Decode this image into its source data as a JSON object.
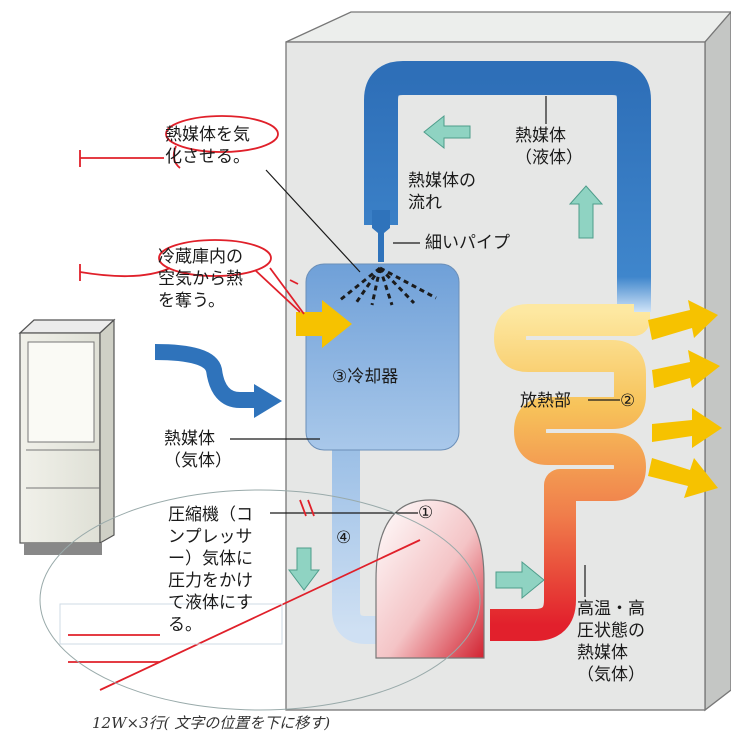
{
  "labels": {
    "vaporize": [
      "熱媒体を気",
      "化させる。"
    ],
    "take_heat": [
      "冷蔵庫内の",
      "空気から熱",
      "を奪う。"
    ],
    "refrigerant_gas_left": [
      "熱媒体",
      "（気体）"
    ],
    "compressor": [
      "圧縮機（コ",
      "ンプレッサ",
      "ー）気体に",
      "圧力をかけ",
      "て液体にす",
      "る。"
    ],
    "refrigerant_liquid": [
      "熱媒体",
      "（液体）"
    ],
    "flow": [
      "熱媒体の",
      "流れ"
    ],
    "thin_pipe": "細いパイプ",
    "cooler": "③冷却器",
    "radiator": "放熱部",
    "num2": "②",
    "num1": "①",
    "num4": "④",
    "hot_gas": [
      "高温・高",
      "圧状態の",
      "熱媒体",
      "（気体）"
    ]
  },
  "handwriting": "12W×3行( 文字の位置を下に移す)",
  "colors": {
    "cabinet": "#e6e7e6",
    "pipe_blue": "#2f73bb",
    "arrow_green": "#8fd3c2",
    "arrow_yellow": "#f6c200",
    "pen_red": "#e0202a",
    "cooler_blue": "#7aa9dc"
  }
}
